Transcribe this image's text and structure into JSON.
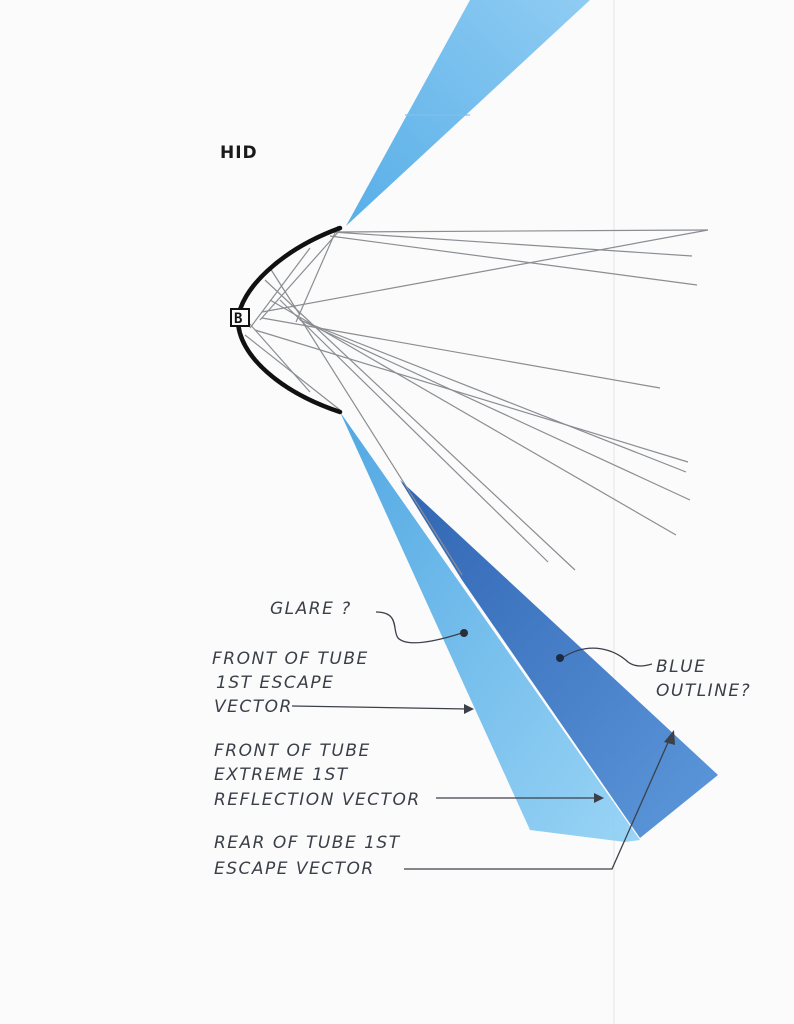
{
  "title": "HID",
  "lamp_glyph": "B",
  "labels": {
    "glare": "GLARE ?",
    "blue_outline_line1": "BLUE",
    "blue_outline_line2": "OUTLINE?",
    "front_escape_line1": "FRONT OF TUBE",
    "front_escape_line2": "1ST ESCAPE",
    "front_escape_line3": "VECTOR",
    "front_reflection_line1": "FRONT OF TUBE",
    "front_reflection_line2": "EXTREME 1ST",
    "front_reflection_line3": "REFLECTION VECTOR",
    "rear_escape_line1": "REAR OF TUBE 1ST",
    "rear_escape_line2": "ESCAPE VECTOR"
  },
  "colors": {
    "paper": "#fbfbfb",
    "light_blue_beam": "#5fb6ea",
    "dark_blue_beam": "#2f6fc2",
    "reflector": "#111111",
    "ray_lines": "#8a8d92",
    "ink": "#3c4048"
  }
}
